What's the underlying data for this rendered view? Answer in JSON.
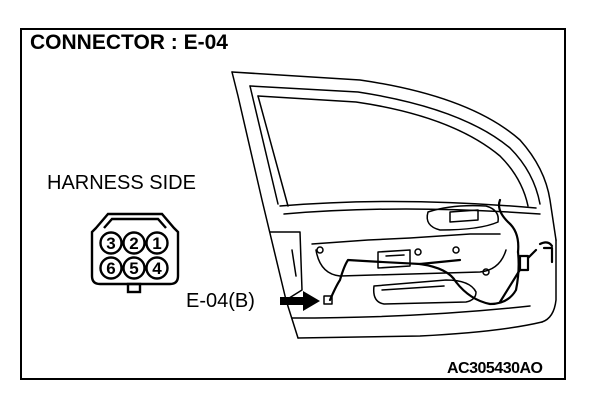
{
  "title": "CONNECTOR : E-04",
  "view_label": "HARNESS SIDE",
  "callout": "E-04(B)",
  "figure_code": "AC305430AO",
  "connector": {
    "pins_top": [
      "3",
      "2",
      "1"
    ],
    "pins_bottom": [
      "6",
      "5",
      "4"
    ]
  }
}
